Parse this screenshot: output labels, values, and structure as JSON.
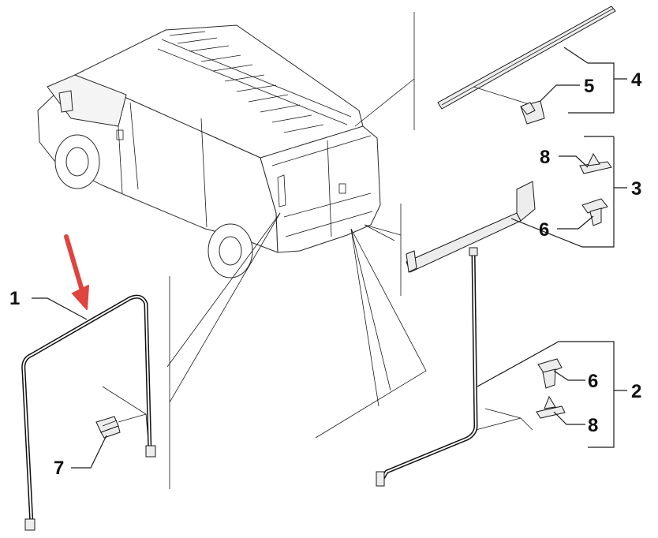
{
  "callouts": [
    {
      "id": "1",
      "label": "1"
    },
    {
      "id": "2",
      "label": "2"
    },
    {
      "id": "3",
      "label": "3"
    },
    {
      "id": "4",
      "label": "4"
    },
    {
      "id": "5",
      "label": "5"
    },
    {
      "id": "6a",
      "label": "6"
    },
    {
      "id": "6b",
      "label": "6"
    },
    {
      "id": "7",
      "label": "7"
    },
    {
      "id": "8a",
      "label": "8"
    },
    {
      "id": "8b",
      "label": "8"
    }
  ],
  "colors": {
    "arrow": "#e0443e",
    "line": "#1a1a1a"
  },
  "icons": {
    "pointer": "red-down-arrow-icon"
  }
}
